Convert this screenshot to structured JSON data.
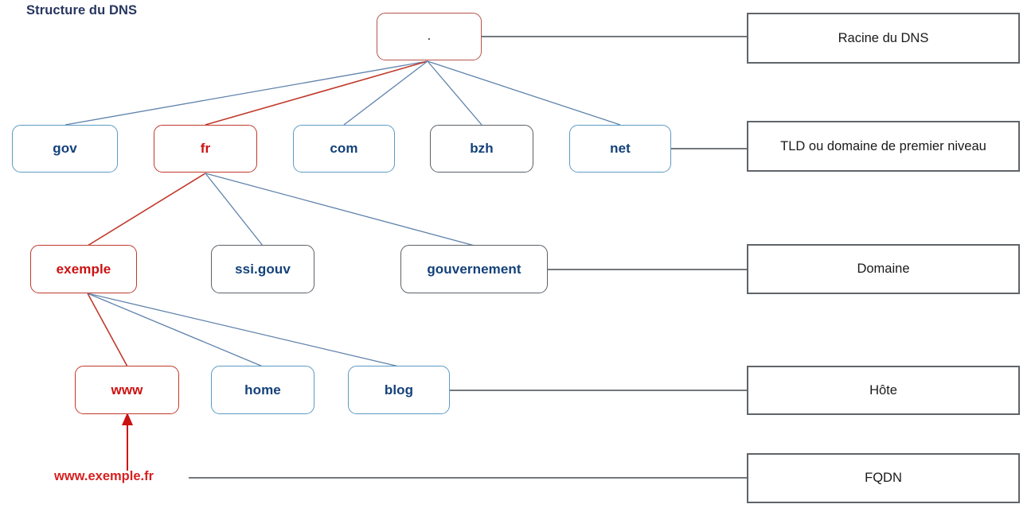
{
  "title": "Structure du DNS",
  "colors": {
    "title_text": "#27365f",
    "node_blue_border": "#5b9bc4",
    "node_blue_text": "#13417a",
    "node_red_border": "#c0392b",
    "node_red_text": "#cc1111",
    "legend_border": "#5f6469",
    "legend_text": "#1a1a1a",
    "wire_blue": "#5f82ab",
    "wire_red": "#c0392b",
    "wire_grey": "#5f6469"
  },
  "tree": {
    "root": {
      "label": ".",
      "highlight": "red"
    },
    "tld": [
      {
        "label": "gov",
        "highlight": "blue"
      },
      {
        "label": "fr",
        "highlight": "red"
      },
      {
        "label": "com",
        "highlight": "blue"
      },
      {
        "label": "bzh",
        "highlight": "blue"
      },
      {
        "label": "net",
        "highlight": "blue"
      }
    ],
    "domains": [
      {
        "label": "exemple",
        "highlight": "red"
      },
      {
        "label": "ssi.gouv",
        "highlight": "dark"
      },
      {
        "label": "gouvernement",
        "highlight": "dark"
      }
    ],
    "hosts": [
      {
        "label": "www",
        "highlight": "red"
      },
      {
        "label": "home",
        "highlight": "blue"
      },
      {
        "label": "blog",
        "highlight": "blue"
      }
    ]
  },
  "legend": {
    "root_level": "Racine du DNS",
    "tld_level": "TLD ou domaine de premier niveau",
    "domain_level": "Domaine",
    "host_level": "Hôte",
    "fqdn_level": "FQDN"
  },
  "fqdn": {
    "example": "www.exemple.fr"
  }
}
